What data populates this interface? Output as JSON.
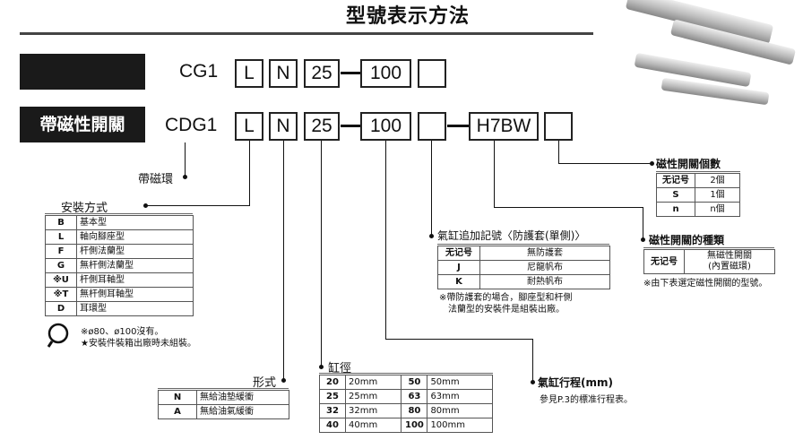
{
  "title": "型號表示方法",
  "badge": "帶磁性開關",
  "row1": {
    "series": "CG1",
    "mount": "L",
    "form": "N",
    "bore": "25",
    "stroke": "100"
  },
  "row2": {
    "series": "CDG1",
    "mount": "L",
    "form": "N",
    "bore": "25",
    "stroke": "100",
    "switch": "H7BW"
  },
  "magnet_ring": "帶磁環",
  "mounting": {
    "title": "安裝方式",
    "rows": [
      {
        "code": "B",
        "desc": "基本型"
      },
      {
        "code": "L",
        "desc": "軸向腳座型"
      },
      {
        "code": "F",
        "desc": "杆側法蘭型"
      },
      {
        "code": "G",
        "desc": "無杆側法蘭型"
      },
      {
        "code": "※U",
        "desc": "杆側耳軸型"
      },
      {
        "code": "※T",
        "desc": "無杆側耳軸型"
      },
      {
        "code": "D",
        "desc": "耳環型"
      }
    ],
    "note1": "※ø80、ø100沒有。",
    "note2": "★安裝件裝箱出廠時未組裝。"
  },
  "form": {
    "title": "形式",
    "rows": [
      {
        "code": "N",
        "desc": "無給油墊緩衝"
      },
      {
        "code": "A",
        "desc": "無給油氣緩衝"
      }
    ]
  },
  "bore": {
    "title": "缸徑",
    "rows": [
      {
        "c1": "20",
        "d1": "20mm",
        "c2": "50",
        "d2": "50mm"
      },
      {
        "c1": "25",
        "d1": "25mm",
        "c2": "63",
        "d2": "63mm"
      },
      {
        "c1": "32",
        "d1": "32mm",
        "c2": "80",
        "d2": "80mm"
      },
      {
        "c1": "40",
        "d1": "40mm",
        "c2": "100",
        "d2": "100mm"
      }
    ]
  },
  "suffix": {
    "title": "氣缸追加記號〈防護套(單側)〉",
    "rows": [
      {
        "code": "无记号",
        "desc": "無防護套"
      },
      {
        "code": "J",
        "desc": "尼龍帆布"
      },
      {
        "code": "K",
        "desc": "耐熱帆布"
      }
    ],
    "note1": "※帶防護套的場合，腳座型和杆側",
    "note2": "法蘭型的安裝件是組裝出廠。"
  },
  "stroke": {
    "title": "氣缸行程(mm)",
    "note": "參見P.3的標准行程表。"
  },
  "count": {
    "title": "磁性開關個數",
    "rows": [
      {
        "code": "无记号",
        "desc": "2個"
      },
      {
        "code": "S",
        "desc": "1個"
      },
      {
        "code": "n",
        "desc": "n個"
      }
    ]
  },
  "switch_type": {
    "title": "磁性開關的種類",
    "rows": [
      {
        "code": "无记号",
        "desc1": "無磁性開關",
        "desc2": "(內置磁環)"
      }
    ],
    "note": "※由下表選定磁性開關的型號。"
  },
  "colors": {
    "ink": "#111111",
    "badge_bg": "#1a1a1a"
  }
}
